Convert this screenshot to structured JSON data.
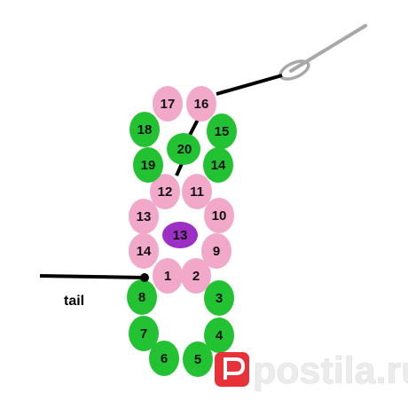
{
  "colors": {
    "pink": "#f2a9c9",
    "green": "#22c233",
    "purple": "#9c2fc4",
    "thread": "#000000",
    "needle": "#a8a8a8",
    "watermark_red": "#e8323a",
    "watermark_text": "#ececec"
  },
  "beads": [
    {
      "id": "b1",
      "label": "1",
      "color": "pink"
    },
    {
      "id": "b2",
      "label": "2",
      "color": "pink"
    },
    {
      "id": "b3",
      "label": "3",
      "color": "green"
    },
    {
      "id": "b4",
      "label": "4",
      "color": "green"
    },
    {
      "id": "b5",
      "label": "5",
      "color": "green"
    },
    {
      "id": "b6",
      "label": "6",
      "color": "green"
    },
    {
      "id": "b7",
      "label": "7",
      "color": "green"
    },
    {
      "id": "b8",
      "label": "8",
      "color": "green"
    },
    {
      "id": "b9",
      "label": "9",
      "color": "pink"
    },
    {
      "id": "b10",
      "label": "10",
      "color": "pink"
    },
    {
      "id": "b11",
      "label": "11",
      "color": "pink"
    },
    {
      "id": "b12",
      "label": "12",
      "color": "pink"
    },
    {
      "id": "b13a",
      "label": "13",
      "color": "pink"
    },
    {
      "id": "b14a",
      "label": "14",
      "color": "pink"
    },
    {
      "id": "b13c",
      "label": "13",
      "color": "purple"
    },
    {
      "id": "b14b",
      "label": "14",
      "color": "green"
    },
    {
      "id": "b15",
      "label": "15",
      "color": "green"
    },
    {
      "id": "b16",
      "label": "16",
      "color": "pink"
    },
    {
      "id": "b17",
      "label": "17",
      "color": "pink"
    },
    {
      "id": "b18",
      "label": "18",
      "color": "green"
    },
    {
      "id": "b19",
      "label": "19",
      "color": "green"
    },
    {
      "id": "b20",
      "label": "20",
      "color": "green"
    }
  ],
  "tail_label": "tail",
  "watermark": {
    "text": "postila.ru"
  }
}
